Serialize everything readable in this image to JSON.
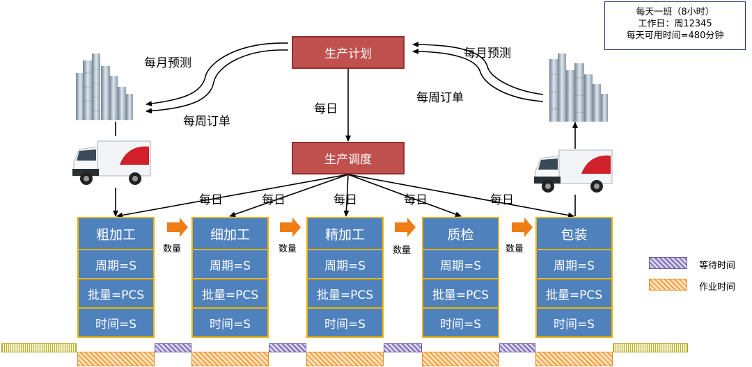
{
  "info": {
    "line1": "每天一班（8小时）",
    "line2": "工作日：周12345",
    "line3": "每天可用时间=480分钟"
  },
  "plan_box": "生产计划",
  "schedule_box": "生产调度",
  "labels": {
    "monthly_forecast_left": "每月预测",
    "weekly_order_left": "每周订单",
    "monthly_forecast_right": "每月预测",
    "weekly_order_right": "每周订单",
    "daily_center": "每日",
    "daily": "每日",
    "quantity": "数量"
  },
  "stations": [
    {
      "name": "粗加工",
      "cycle": "周期=S",
      "batch": "批量=PCS",
      "time": "时间=S"
    },
    {
      "name": "细加工",
      "cycle": "周期=S",
      "batch": "批量=PCS",
      "time": "时间=S"
    },
    {
      "name": "精加工",
      "cycle": "周期=S",
      "batch": "批量=PCS",
      "time": "时间=S"
    },
    {
      "name": "质检",
      "cycle": "周期=S",
      "batch": "批量=PCS",
      "time": "时间=S"
    },
    {
      "name": "包装",
      "cycle": "周期=S",
      "batch": "批量=PCS",
      "time": "时间=S"
    }
  ],
  "legend": {
    "wait": "等待时间",
    "work": "作业时间"
  },
  "colors": {
    "red_box": "#c0504d",
    "station_fill": "#4f81bd",
    "station_border": "#f0b400",
    "push_arrow": "#f07c14"
  },
  "icons": [
    "customer-buildings-icon",
    "supplier-buildings-icon",
    "truck-icon"
  ]
}
